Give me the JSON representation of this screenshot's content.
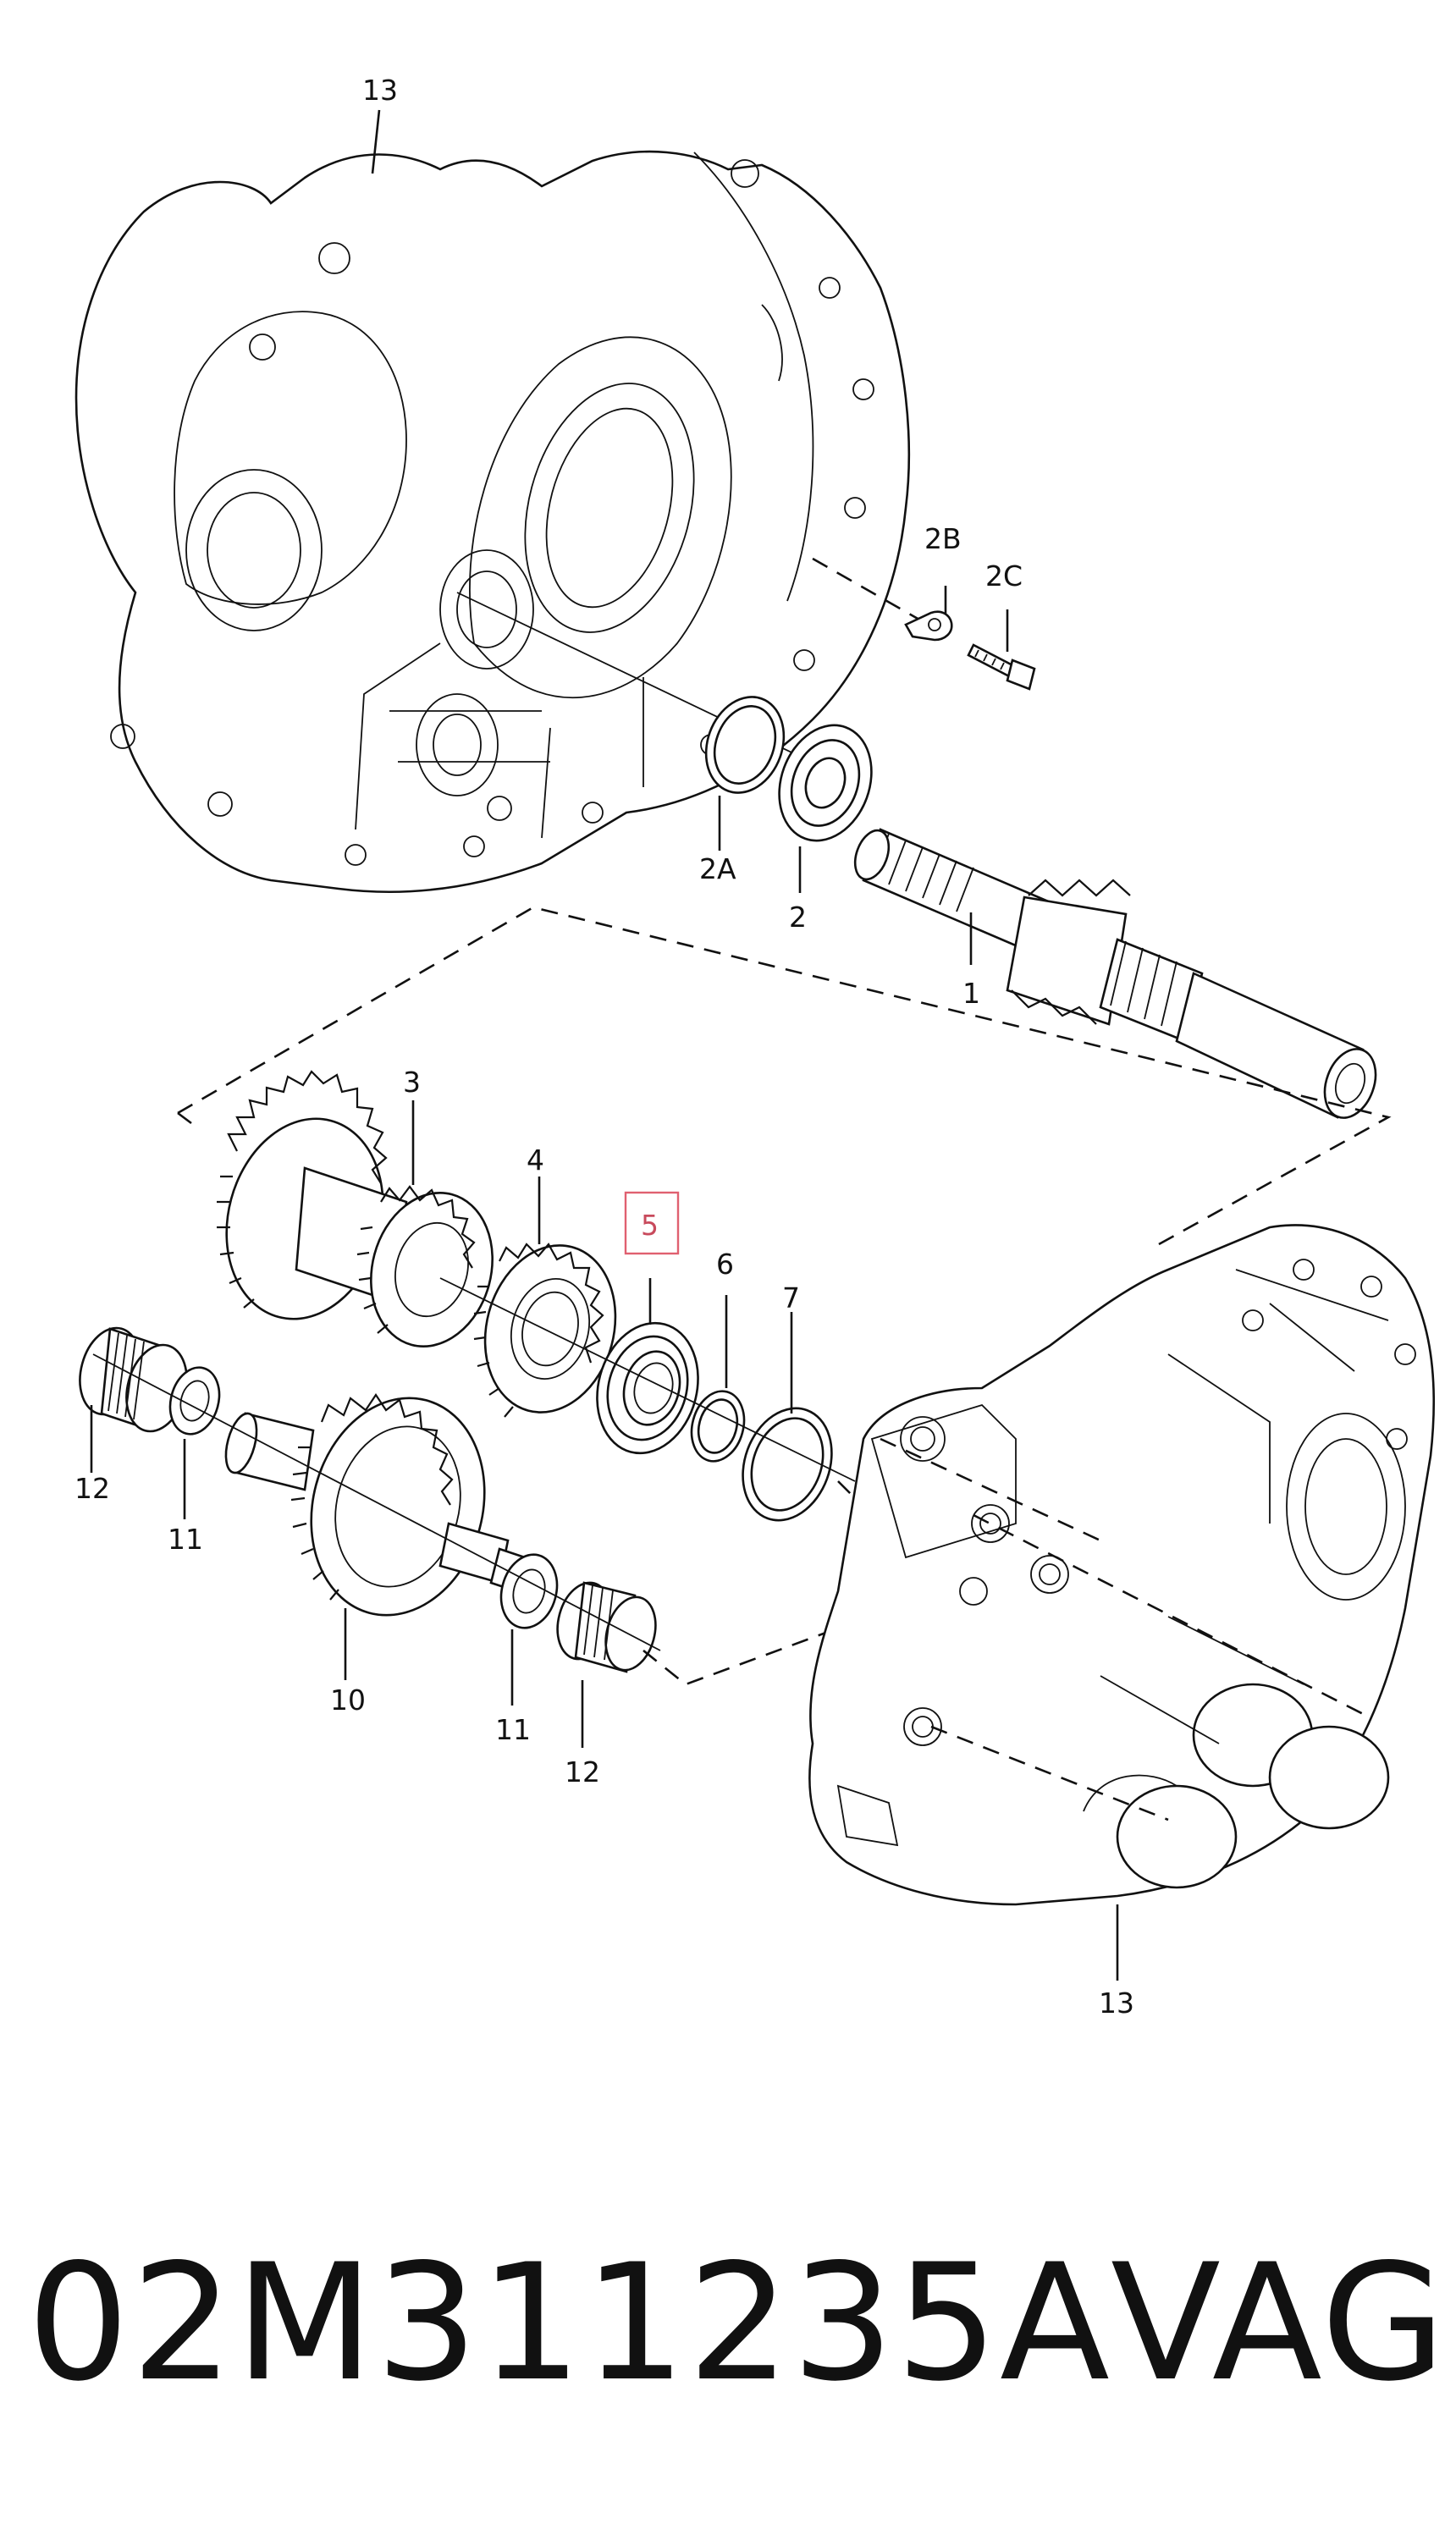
{
  "callouts": {
    "c13_top": "13",
    "c2B": "2B",
    "c2C": "2C",
    "c2A": "2A",
    "c2": "2",
    "c1": "1",
    "c3": "3",
    "c4": "4",
    "c5": "5",
    "c6": "6",
    "c7": "7",
    "c12_left": "12",
    "c11_left": "11",
    "c10": "10",
    "c11_bottom": "11",
    "c12_bottom": "12",
    "c13_bottom": "13"
  },
  "highlight_color": "#e06070",
  "footer": {
    "part_number": "02M311235A",
    "brand": "VAG"
  }
}
